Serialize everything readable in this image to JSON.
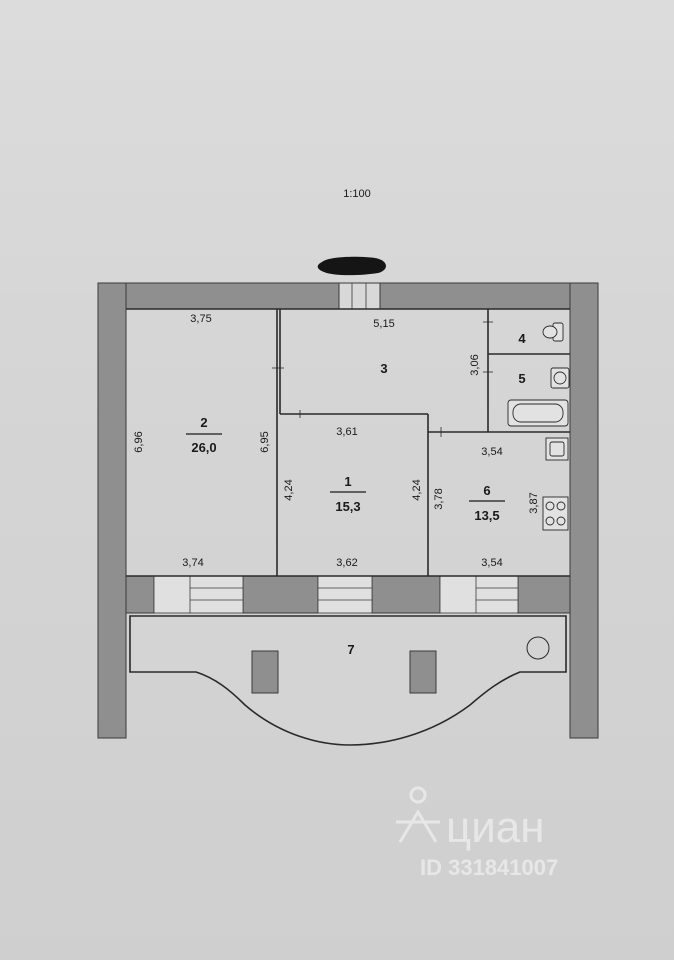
{
  "scale": "1:100",
  "rooms": [
    {
      "id": "1",
      "number": "1",
      "area": "15,3"
    },
    {
      "id": "2",
      "number": "2",
      "area": "26,0"
    },
    {
      "id": "3",
      "number": "3"
    },
    {
      "id": "4",
      "number": "4"
    },
    {
      "id": "5",
      "number": "5"
    },
    {
      "id": "6",
      "number": "6",
      "area": "13,5"
    },
    {
      "id": "7",
      "number": "7"
    }
  ],
  "dimensions": {
    "room2_top": "3,75",
    "room2_left": "6,96",
    "room2_right": "6,95",
    "room2_bottom": "3,74",
    "room3_top": "5,15",
    "room3_right": "3,06",
    "room1_top": "3,61",
    "room1_left": "4,24",
    "room1_right": "4,24",
    "room1_bottom": "3,62",
    "room6_top": "3,54",
    "room6_left": "3,78",
    "room6_right": "3,87",
    "room6_bottom": "3,54"
  },
  "watermark": {
    "brand": "циан",
    "id_text": "ID 331841007"
  },
  "colors": {
    "wall": "#8f8f8f",
    "wall_stroke": "#3a3a3a",
    "room_fill": "#d2d2d2",
    "line": "#2a2a2a",
    "redaction": "#151515"
  }
}
